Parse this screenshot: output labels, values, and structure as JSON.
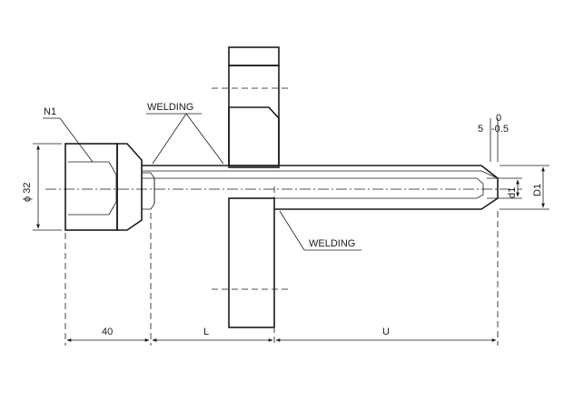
{
  "labels": {
    "nozzle": "N1",
    "welding_top": "WELDING",
    "welding_bottom": "WELDING",
    "diameter": "ϕ 32",
    "tol_top": "0",
    "tol_nominal": "5",
    "tol_bottom": "-0.5",
    "inner_diameter": "d1",
    "outer_diameter": "D1",
    "dim_nut": "40",
    "dim_L": "L",
    "dim_U": "U"
  }
}
